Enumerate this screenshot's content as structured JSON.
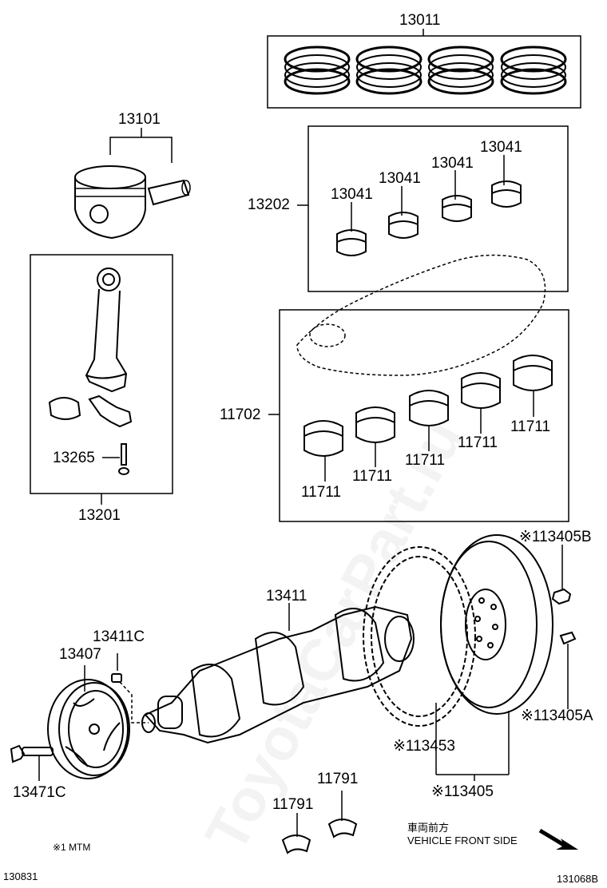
{
  "watermark": "ToyotaCarPart.ru",
  "labels": {
    "p13011": "13011",
    "p13101": "13101",
    "p13202": "13202",
    "p13041_a": "13041",
    "p13041_b": "13041",
    "p13041_c": "13041",
    "p13041_d": "13041",
    "p11702": "11702",
    "p11711_a": "11711",
    "p11711_b": "11711",
    "p11711_c": "11711",
    "p11711_d": "11711",
    "p11711_e": "11711",
    "p13265": "13265",
    "p13201": "13201",
    "p13405B": "※113405B",
    "p13411": "13411",
    "p13411C": "13411C",
    "p13407": "13407",
    "p13405A": "※113405A",
    "p13453": "※113453",
    "p13405": "※113405",
    "p13471C": "13471C",
    "p11791_a": "11791",
    "p11791_b": "11791"
  },
  "note": "※1 MTM",
  "front_jp": "車両前方",
  "front_en": "VEHICLE FRONT SIDE",
  "code_left": "130831",
  "code_right": "131068B"
}
